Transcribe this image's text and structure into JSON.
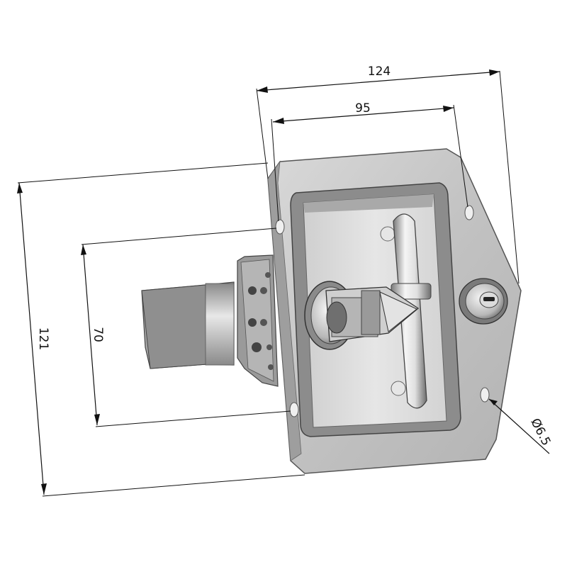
{
  "dimensions": {
    "overall_width": "124",
    "hole_spacing_horizontal": "95",
    "overall_height": "121",
    "hole_spacing_vertical": "70",
    "hole_diameter": "Ø6.5"
  },
  "colors": {
    "line": "#111111",
    "plate": "#c8c8c8",
    "plate_edge": "#555555",
    "recess": "#dcdcdc",
    "metal_light": "#eeeeee",
    "metal_dark": "#6a6a6a"
  }
}
